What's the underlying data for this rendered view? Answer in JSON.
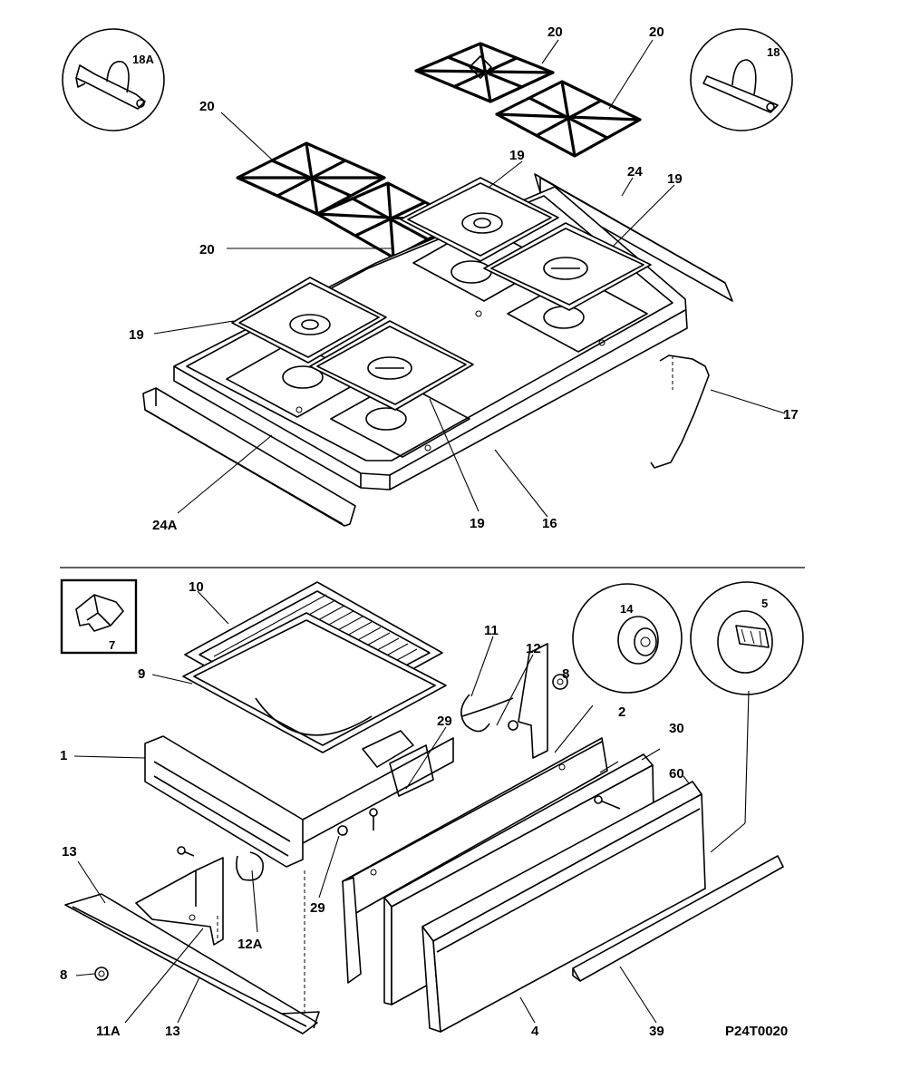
{
  "figure_code": "P24T0020",
  "callouts": {
    "c20a": "20",
    "c20b": "20",
    "c20c": "20",
    "c20d": "20",
    "c18a": "18A",
    "c18": "18",
    "c24": "24",
    "c19a": "19",
    "c19b": "19",
    "c19c": "19",
    "c19d": "19",
    "c17": "17",
    "c16": "16",
    "c24a": "24A",
    "c10": "10",
    "c7": "7",
    "c9": "9",
    "c1": "1",
    "c11": "11",
    "c12": "12",
    "c8a": "8",
    "c29a": "29",
    "c29b": "29",
    "c14": "14",
    "c5": "5",
    "c2": "2",
    "c30": "30",
    "c60": "60",
    "c13a": "13",
    "c13b": "13",
    "c12a": "12A",
    "c8b": "8",
    "c11a": "11A",
    "c4": "4",
    "c39": "39"
  }
}
